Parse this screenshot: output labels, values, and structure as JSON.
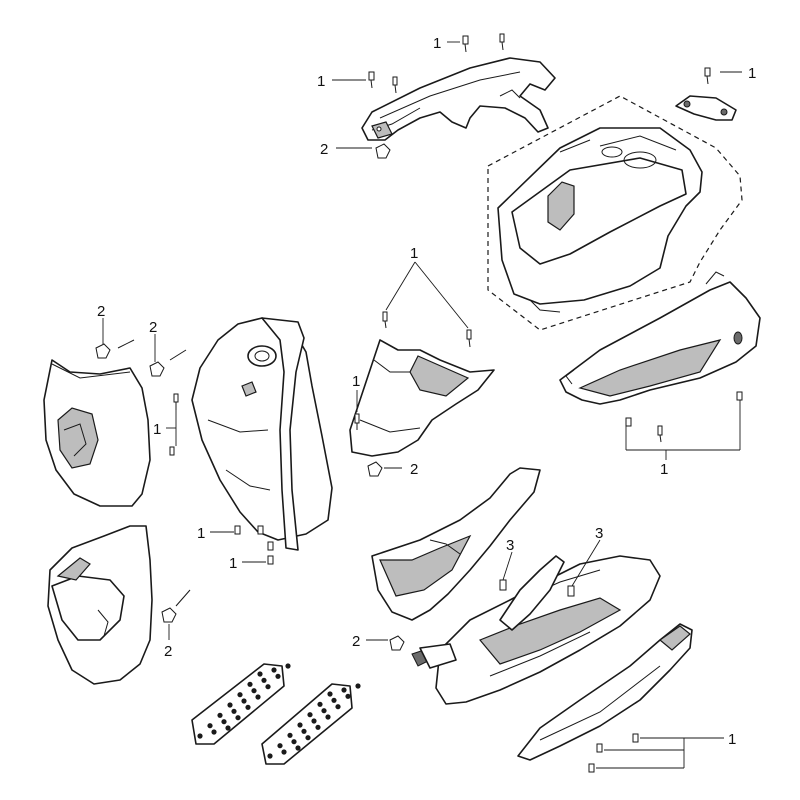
{
  "diagram": {
    "callouts": [
      {
        "id": "c1",
        "text": "1"
      },
      {
        "id": "c2",
        "text": "1"
      },
      {
        "id": "c3",
        "text": "2"
      },
      {
        "id": "c4",
        "text": "1"
      },
      {
        "id": "c5",
        "text": "1"
      },
      {
        "id": "c6",
        "text": "2"
      },
      {
        "id": "c7",
        "text": "2"
      },
      {
        "id": "c8",
        "text": "1"
      },
      {
        "id": "c9",
        "text": "1"
      },
      {
        "id": "c10",
        "text": "2"
      },
      {
        "id": "c11",
        "text": "1"
      },
      {
        "id": "c12",
        "text": "1"
      },
      {
        "id": "c13",
        "text": "1"
      },
      {
        "id": "c14",
        "text": "3"
      },
      {
        "id": "c15",
        "text": "3"
      },
      {
        "id": "c16",
        "text": "2"
      },
      {
        "id": "c17",
        "text": "2"
      },
      {
        "id": "c18",
        "text": "1"
      }
    ]
  }
}
